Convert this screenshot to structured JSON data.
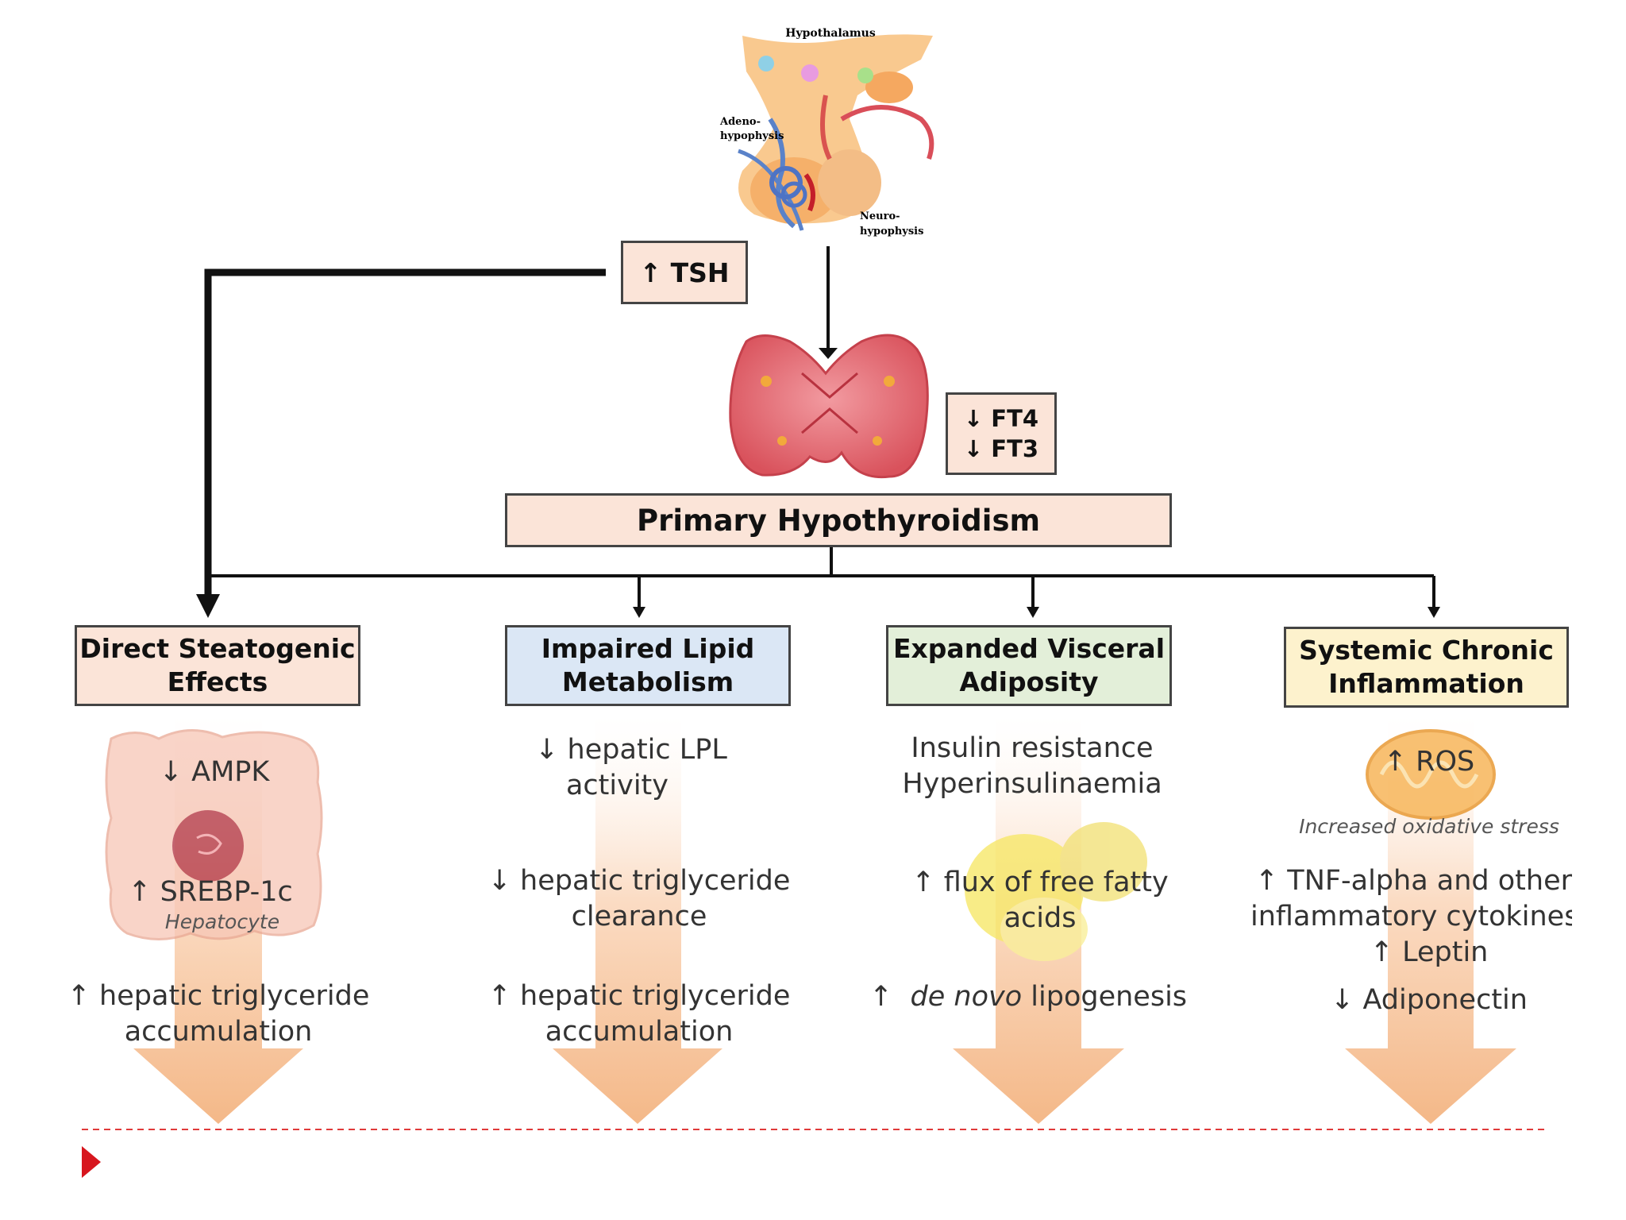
{
  "colors": {
    "salmon": "#fbe4d8",
    "blue": "#dbe7f5",
    "green": "#e3efd9",
    "yellow": "#fdf2cd",
    "arrow_fill": "#f6c29c",
    "slide_marker": "#d7161e",
    "dashed_rule": "#e03a3a"
  },
  "anatomy": {
    "hypothalamus": "Hypothalamus",
    "adenohypophysis": [
      "Adeno-",
      "hypophysis"
    ],
    "neurohypophysis": [
      "Neuro-",
      "hypophysis"
    ]
  },
  "tsh": "↑ TSH",
  "ft4": "↓ FT4",
  "ft3": "↓ FT3",
  "center_title": "Primary Hypothyroidism",
  "columns": [
    {
      "title_l1": "Direct Steatogenic",
      "title_l2": "Effects",
      "items": [
        "↓ AMPK",
        "↑ SREBP-1c"
      ],
      "caption": "Hepatocyte",
      "bottom_l1": "↑ hepatic triglyceride",
      "bottom_l2": "accumulation"
    },
    {
      "title_l1": "Impaired Lipid",
      "title_l2": "Metabolism",
      "a_l1": "↓ hepatic LPL",
      "a_l2": "activity",
      "b_l1": "↓ hepatic triglyceride",
      "b_l2": "clearance",
      "c_l1": "↑ hepatic triglyceride",
      "c_l2": "accumulation"
    },
    {
      "title_l1": "Expanded Visceral",
      "title_l2": "Adiposity",
      "a_l1": "Insulin resistance",
      "a_l2": "Hyperinsulinaemia",
      "b_l1": "↑ flux of free fatty",
      "b_l2": "acids",
      "c_prefix": "↑",
      "c_italic": "de novo",
      "c_rest": "lipogenesis"
    },
    {
      "title_l1": "Systemic Chronic",
      "title_l2": "Inflammation",
      "ros": "↑ ROS",
      "caption": "Increased oxidative stress",
      "l1": "↑ TNF-alpha and other",
      "l2": "inflammatory cytokines",
      "l3": "↑ Leptin",
      "l4": "↓ Adiponectin"
    }
  ]
}
